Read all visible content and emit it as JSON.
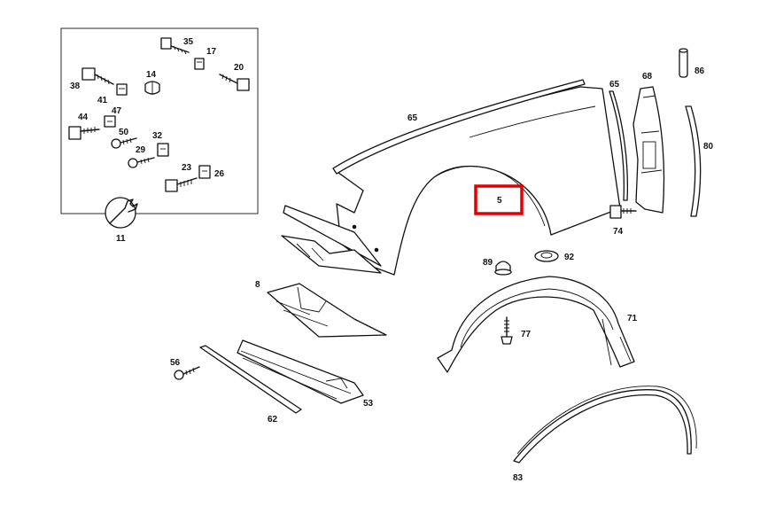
{
  "diagram": {
    "highlight_color": "#e00000",
    "highlighted_part": "5",
    "hardware_box_labels": [
      "35",
      "17",
      "38",
      "14",
      "20",
      "41",
      "47",
      "44",
      "50",
      "32",
      "29",
      "23",
      "26"
    ],
    "tool_label": "11",
    "part_labels": {
      "p65a": "65",
      "p65b": "65",
      "p68": "68",
      "p86": "86",
      "p80": "80",
      "p74": "74",
      "p89": "89",
      "p92": "92",
      "p8": "8",
      "p71": "71",
      "p77": "77",
      "p56": "56",
      "p53": "53",
      "p62": "62",
      "p83": "83"
    },
    "icons": [
      "fastener-icon",
      "wrench-icon"
    ]
  }
}
